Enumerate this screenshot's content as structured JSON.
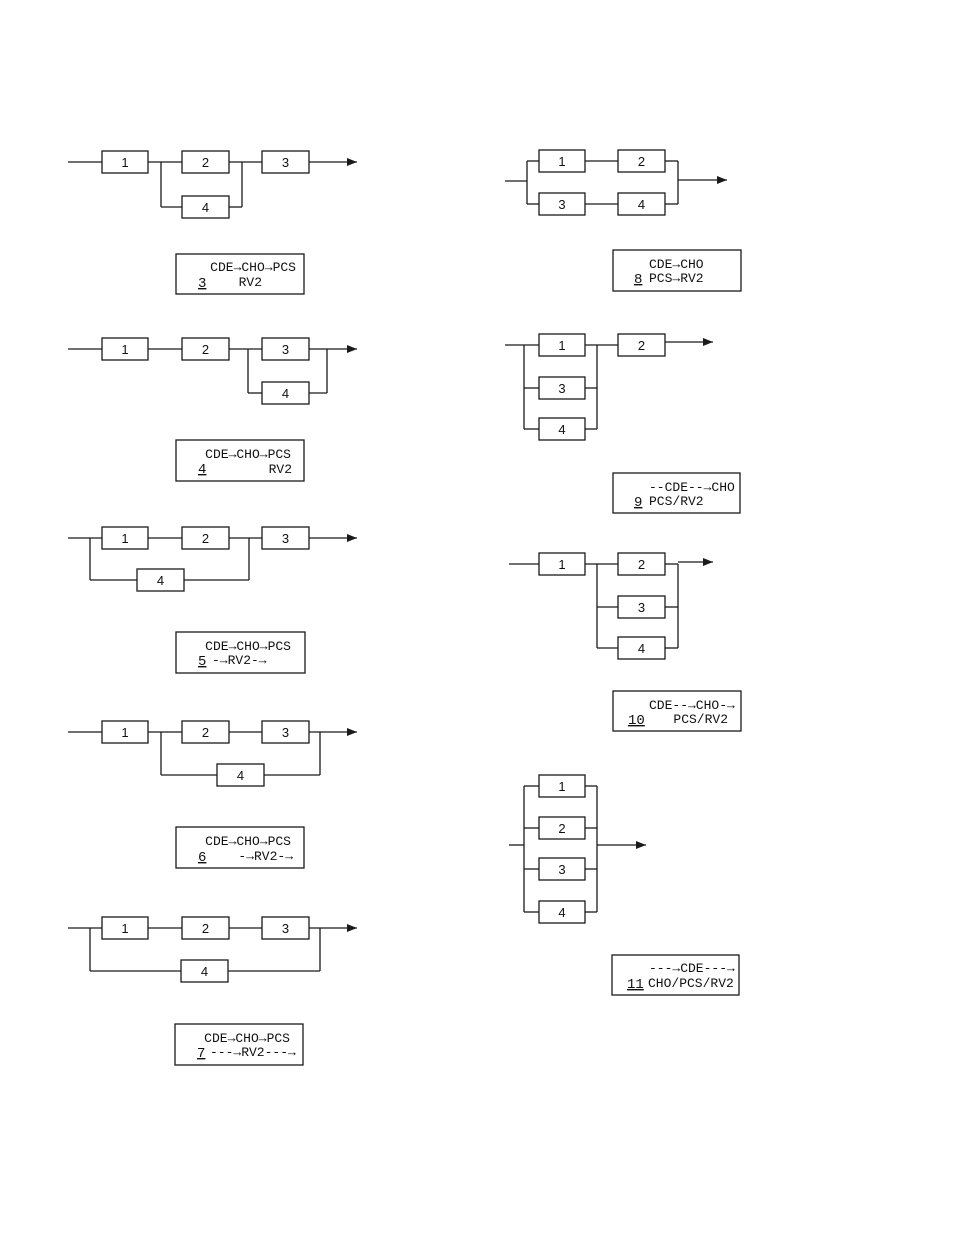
{
  "diagrams": [
    {
      "number": "3",
      "boxes": [
        "1",
        "2",
        "4",
        "3"
      ],
      "display": [
        "CDE→CHO→PCS",
        "RV2"
      ]
    },
    {
      "number": "4",
      "boxes": [
        "1",
        "2",
        "3",
        "4"
      ],
      "display": [
        "CDE→CHO→PCS",
        "RV2"
      ]
    },
    {
      "number": "5",
      "boxes": [
        "1",
        "2",
        "4",
        "3"
      ],
      "display": [
        "CDE→CHO→PCS",
        "-→RV2-→"
      ]
    },
    {
      "number": "6",
      "boxes": [
        "1",
        "2",
        "3",
        "4"
      ],
      "display": [
        "CDE→CHO→PCS",
        "-→RV2-→"
      ]
    },
    {
      "number": "7",
      "boxes": [
        "1",
        "2",
        "3",
        "4"
      ],
      "display": [
        "CDE→CHO→PCS",
        "---→RV2---→"
      ]
    },
    {
      "number": "8",
      "boxes": [
        "1",
        "2",
        "3",
        "4"
      ],
      "display": [
        "CDE→CHO",
        "PCS→RV2"
      ]
    },
    {
      "number": "9",
      "boxes": [
        "1",
        "3",
        "4",
        "2"
      ],
      "display": [
        "--CDE--→CHO",
        "PCS/RV2"
      ]
    },
    {
      "number": "10",
      "boxes": [
        "1",
        "2",
        "3",
        "4"
      ],
      "display": [
        "CDE--→CHO-→",
        "PCS/RV2"
      ]
    },
    {
      "number": "11",
      "boxes": [
        "1",
        "2",
        "3",
        "4"
      ],
      "display": [
        "---→CDE---→",
        "CHO/PCS/RV2"
      ]
    }
  ]
}
